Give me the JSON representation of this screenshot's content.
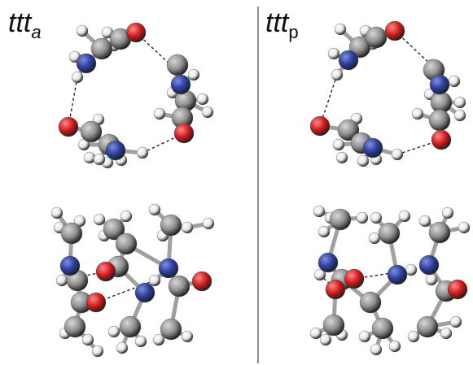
{
  "labels": {
    "left": {
      "base": "ttt",
      "sub": "a"
    },
    "right": {
      "base": "ttt",
      "sub": "p"
    }
  },
  "colors": {
    "background": "#ffffff",
    "divider": "#444444",
    "carbon": "#8f8f8f",
    "nitrogen": "#2b3e9c",
    "oxygen": "#d11a1a",
    "hydrogen": "#e6e6e6",
    "bond": "#a0a0a0",
    "hbond": "#222222"
  },
  "atom_types": [
    "carbon",
    "nitrogen",
    "oxygen",
    "hydrogen"
  ]
}
